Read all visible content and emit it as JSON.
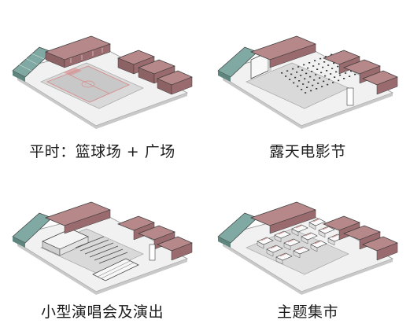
{
  "panels": [
    {
      "caption": "平时：篮球场 + 广场",
      "scenario": "basketball-and-plaza"
    },
    {
      "caption": "露天电影节",
      "scenario": "outdoor-film-festival"
    },
    {
      "caption": "小型演唱会及演出",
      "scenario": "small-concert-and-performance"
    },
    {
      "caption": "主题集市",
      "scenario": "theme-market"
    }
  ],
  "colors": {
    "ground": "#f1f1f1",
    "ground_edge": "#8f8f8f",
    "inner_plaza": "#d9d9d9",
    "brick_top": "#b7888a",
    "brick_side": "#9a6b6e",
    "glass": "#7fa9a2",
    "court_mark": "#d98c8c",
    "stage": "#f4f4f4",
    "line": "#3a3a3a"
  }
}
